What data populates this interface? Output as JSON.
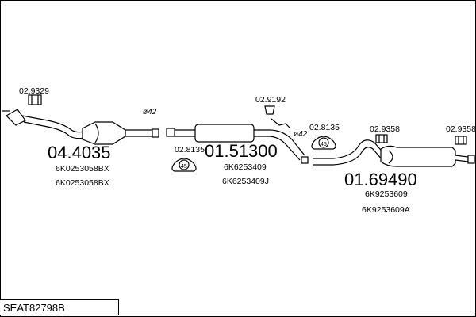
{
  "diagram": {
    "code": "SEAT82798B",
    "parts": [
      {
        "number": "04.4035",
        "oem": [
          "6K0253058BX",
          "6K0253058BX"
        ]
      },
      {
        "number": "01.51300",
        "oem": [
          "6K6253409",
          "6K6253409J"
        ]
      },
      {
        "number": "01.69490",
        "oem": [
          "6K9253609",
          "6K9253609A"
        ]
      }
    ],
    "accessories": [
      "02.9329",
      "02.8135",
      "02.9192",
      "02.8135",
      "02.9358",
      "02.9358"
    ],
    "diameters": [
      "ø42",
      "ø42"
    ],
    "clamp_labels": [
      "45",
      "45"
    ]
  }
}
